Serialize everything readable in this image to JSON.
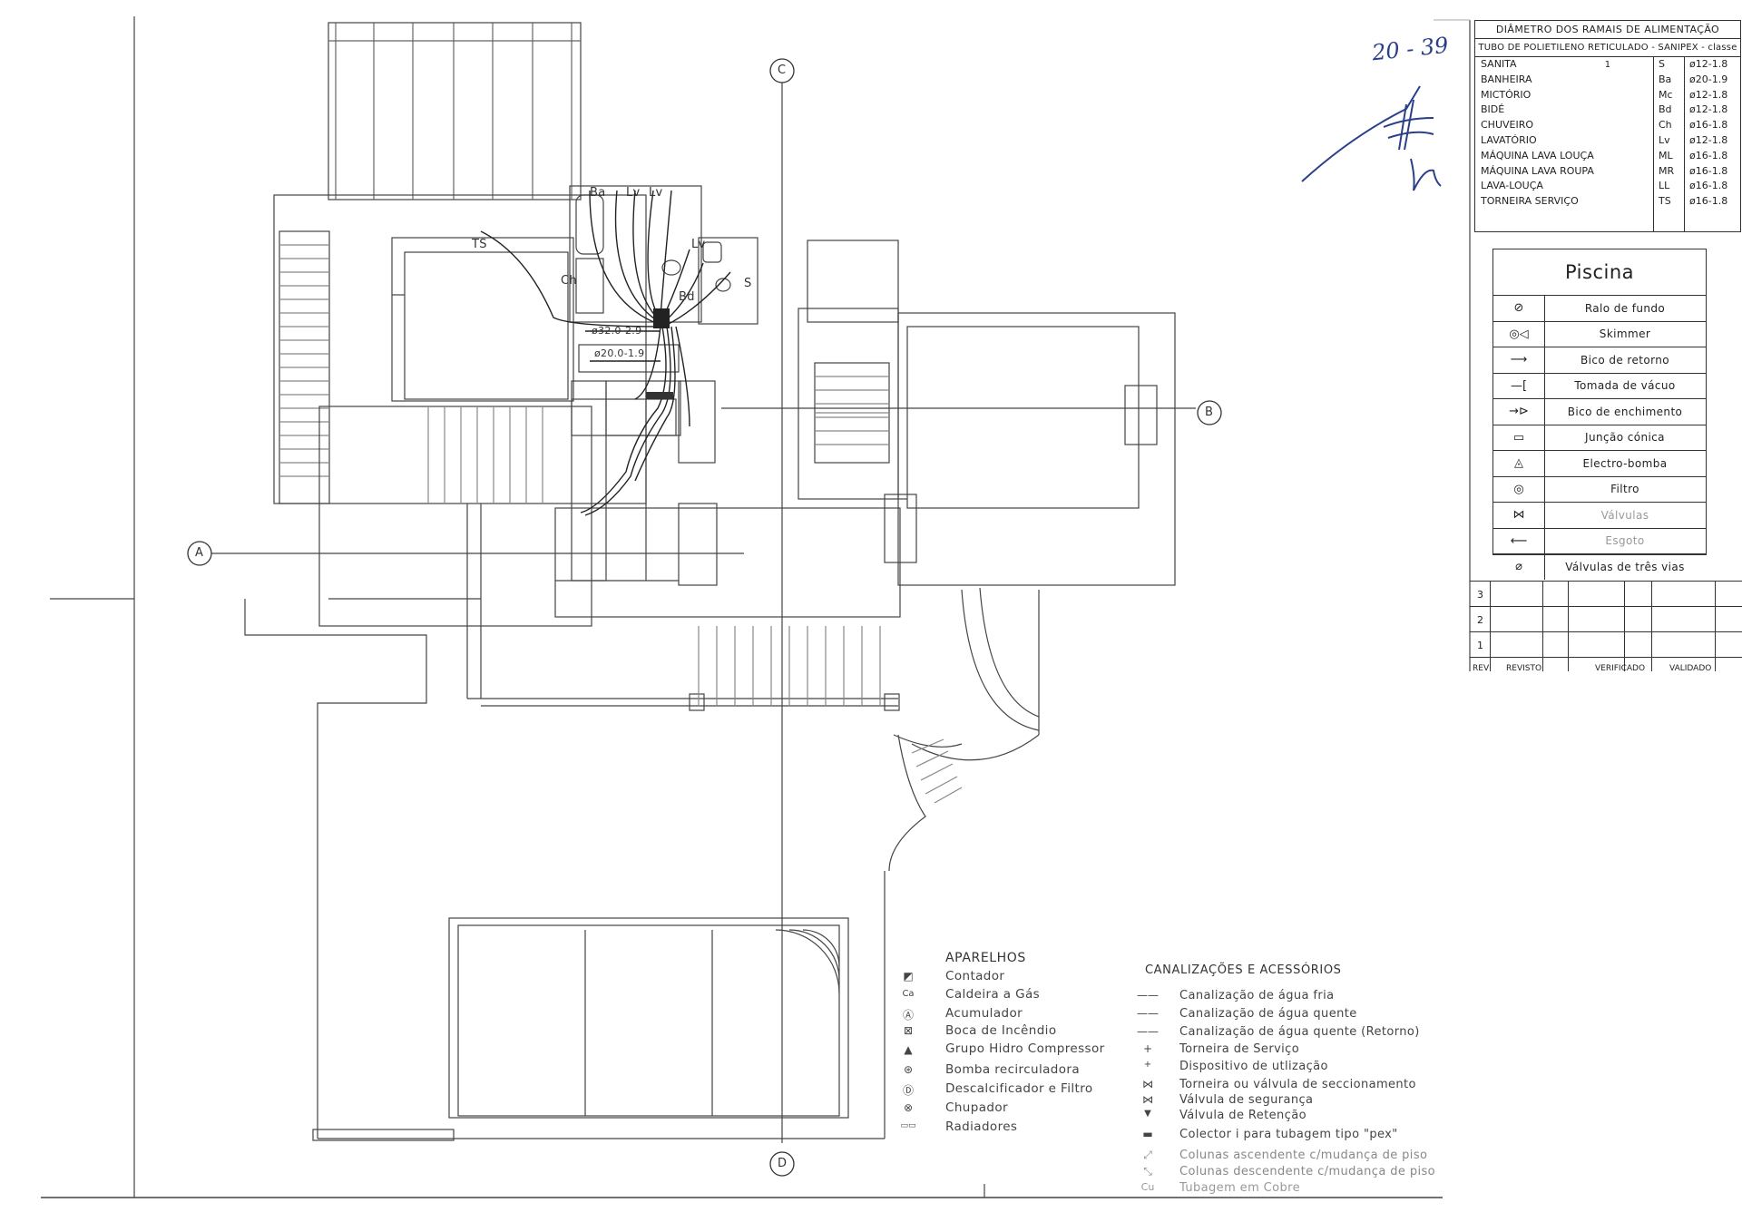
{
  "handwriting": {
    "ref": "20 - 39"
  },
  "axes": {
    "A": "A",
    "B": "B",
    "C": "C",
    "D": "D"
  },
  "plan_labels": {
    "ts": "TS",
    "ba": "Ba",
    "lv1": "Lv",
    "lv2": "Lv",
    "lv3": "Lv",
    "ch": "Ch",
    "s": "S",
    "bd": "Bd",
    "pipe1": "ø32.0-2.9",
    "pipe2": "ø20.0-1.9"
  },
  "feed_table": {
    "title": "DIÂMETRO DOS RAMAIS DE ALIMENTAÇÃO",
    "subtitle": "TUBO DE POLIETILENO RETICULADO - SANIPEX - classe 1",
    "rows": [
      {
        "name": "SANITA",
        "code": "S",
        "dia": "ø12-1.8"
      },
      {
        "name": "BANHEIRA",
        "code": "Ba",
        "dia": "ø20-1.9"
      },
      {
        "name": "MICTÓRIO",
        "code": "Mc",
        "dia": "ø12-1.8"
      },
      {
        "name": "BIDÉ",
        "code": "Bd",
        "dia": "ø12-1.8"
      },
      {
        "name": "CHUVEIRO",
        "code": "Ch",
        "dia": "ø16-1.8"
      },
      {
        "name": "LAVATÓRIO",
        "code": "Lv",
        "dia": "ø12-1.8"
      },
      {
        "name": "MÁQUINA LAVA LOUÇA",
        "code": "ML",
        "dia": "ø16-1.8"
      },
      {
        "name": "MÁQUINA LAVA ROUPA",
        "code": "MR",
        "dia": "ø16-1.8"
      },
      {
        "name": "LAVA-LOUÇA",
        "code": "LL",
        "dia": "ø16-1.8"
      },
      {
        "name": "TORNEIRA SERVIÇO",
        "code": "TS",
        "dia": "ø16-1.8"
      }
    ]
  },
  "pool_legend": {
    "title": "Piscina",
    "items": [
      {
        "symbol": "⊘",
        "label": "Ralo de fundo",
        "icon": "bottom-drain-icon"
      },
      {
        "symbol": "◎◁",
        "label": "Skimmer",
        "icon": "skimmer-icon"
      },
      {
        "symbol": "⟶",
        "label": "Bico de retorno",
        "icon": "return-nozzle-icon"
      },
      {
        "symbol": "—[",
        "label": "Tomada de vácuo",
        "icon": "vacuum-outlet-icon"
      },
      {
        "symbol": "→⊳",
        "label": "Bico de enchimento",
        "icon": "fill-nozzle-icon"
      },
      {
        "symbol": "▭",
        "label": "Junção cónica",
        "icon": "conical-joint-icon"
      },
      {
        "symbol": "◬",
        "label": "Electro-bomba",
        "icon": "electric-pump-icon"
      },
      {
        "symbol": "◎",
        "label": "Filtro",
        "icon": "filter-icon"
      },
      {
        "symbol": "⋈",
        "label": "Válvulas",
        "icon": "valve-icon"
      },
      {
        "symbol": "⟵",
        "label": "Esgoto",
        "icon": "drain-icon"
      },
      {
        "symbol": "⌀",
        "label": "Válvulas de três vias",
        "icon": "three-way-valve-icon"
      }
    ]
  },
  "revision_block": {
    "rows": [
      "3",
      "2",
      "1"
    ],
    "rev": "REV",
    "cols": [
      "REVISTO",
      "VERIFICADO",
      "VALIDADO"
    ]
  },
  "aparelhos": {
    "title": "APARELHOS",
    "items": [
      {
        "symbol": "◩",
        "label": "Contador",
        "icon": "meter-icon"
      },
      {
        "symbol": "Ca",
        "label": "Caldeira a Gás",
        "icon": "gas-boiler-icon"
      },
      {
        "symbol": "Ⓐ",
        "label": "Acumulador",
        "icon": "accumulator-icon"
      },
      {
        "symbol": "⊠",
        "label": "Boca de Incêndio",
        "icon": "fire-hydrant-icon"
      },
      {
        "symbol": "▲",
        "label": "Grupo Hidro Compressor",
        "icon": "hydro-compressor-icon"
      },
      {
        "symbol": "⊛",
        "label": "Bomba recirculadora",
        "icon": "recirculation-pump-icon"
      },
      {
        "symbol": "Ⓓ",
        "label": "Descalcificador e Filtro",
        "icon": "softener-icon"
      },
      {
        "symbol": "⊗",
        "label": "Chupador",
        "icon": "suction-icon"
      },
      {
        "symbol": "▭▭",
        "label": "Radiadores",
        "icon": "radiator-icon"
      }
    ]
  },
  "canalizacoes": {
    "title": "CANALIZAÇÕES E ACESSÓRIOS",
    "items": [
      {
        "symbol": "——",
        "label": "Canalização de água fria",
        "icon": "cold-water-line-icon"
      },
      {
        "symbol": "——",
        "label": "Canalização de água quente",
        "icon": "hot-water-line-icon"
      },
      {
        "symbol": "——",
        "label": "Canalização de água quente (Retorno)",
        "icon": "hot-water-return-icon"
      },
      {
        "symbol": "+",
        "label": "Torneira de Serviço",
        "icon": "service-tap-icon"
      },
      {
        "symbol": "+",
        "label": "Dispositivo de utlização",
        "icon": "fixture-icon"
      },
      {
        "symbol": "⋈",
        "label": "Torneira ou válvula de seccionamento",
        "icon": "shutoff-valve-icon"
      },
      {
        "symbol": "⋈",
        "label": "Válvula de segurança",
        "icon": "safety-valve-icon"
      },
      {
        "symbol": "▼",
        "label": "Válvula de Retenção",
        "icon": "check-valve-icon"
      },
      {
        "symbol": "▬",
        "label": "Colector i para tubagem tipo \"pex\"",
        "icon": "manifold-icon"
      },
      {
        "symbol": "⤢",
        "label": "Colunas ascendente c/mudança de piso",
        "icon": "riser-up-icon"
      },
      {
        "symbol": "⤡",
        "label": "Colunas descendente c/mudança de piso",
        "icon": "riser-down-icon"
      },
      {
        "symbol": "Cu",
        "label": "Tubagem em Cobre",
        "icon": "copper-pipe-icon"
      }
    ]
  }
}
